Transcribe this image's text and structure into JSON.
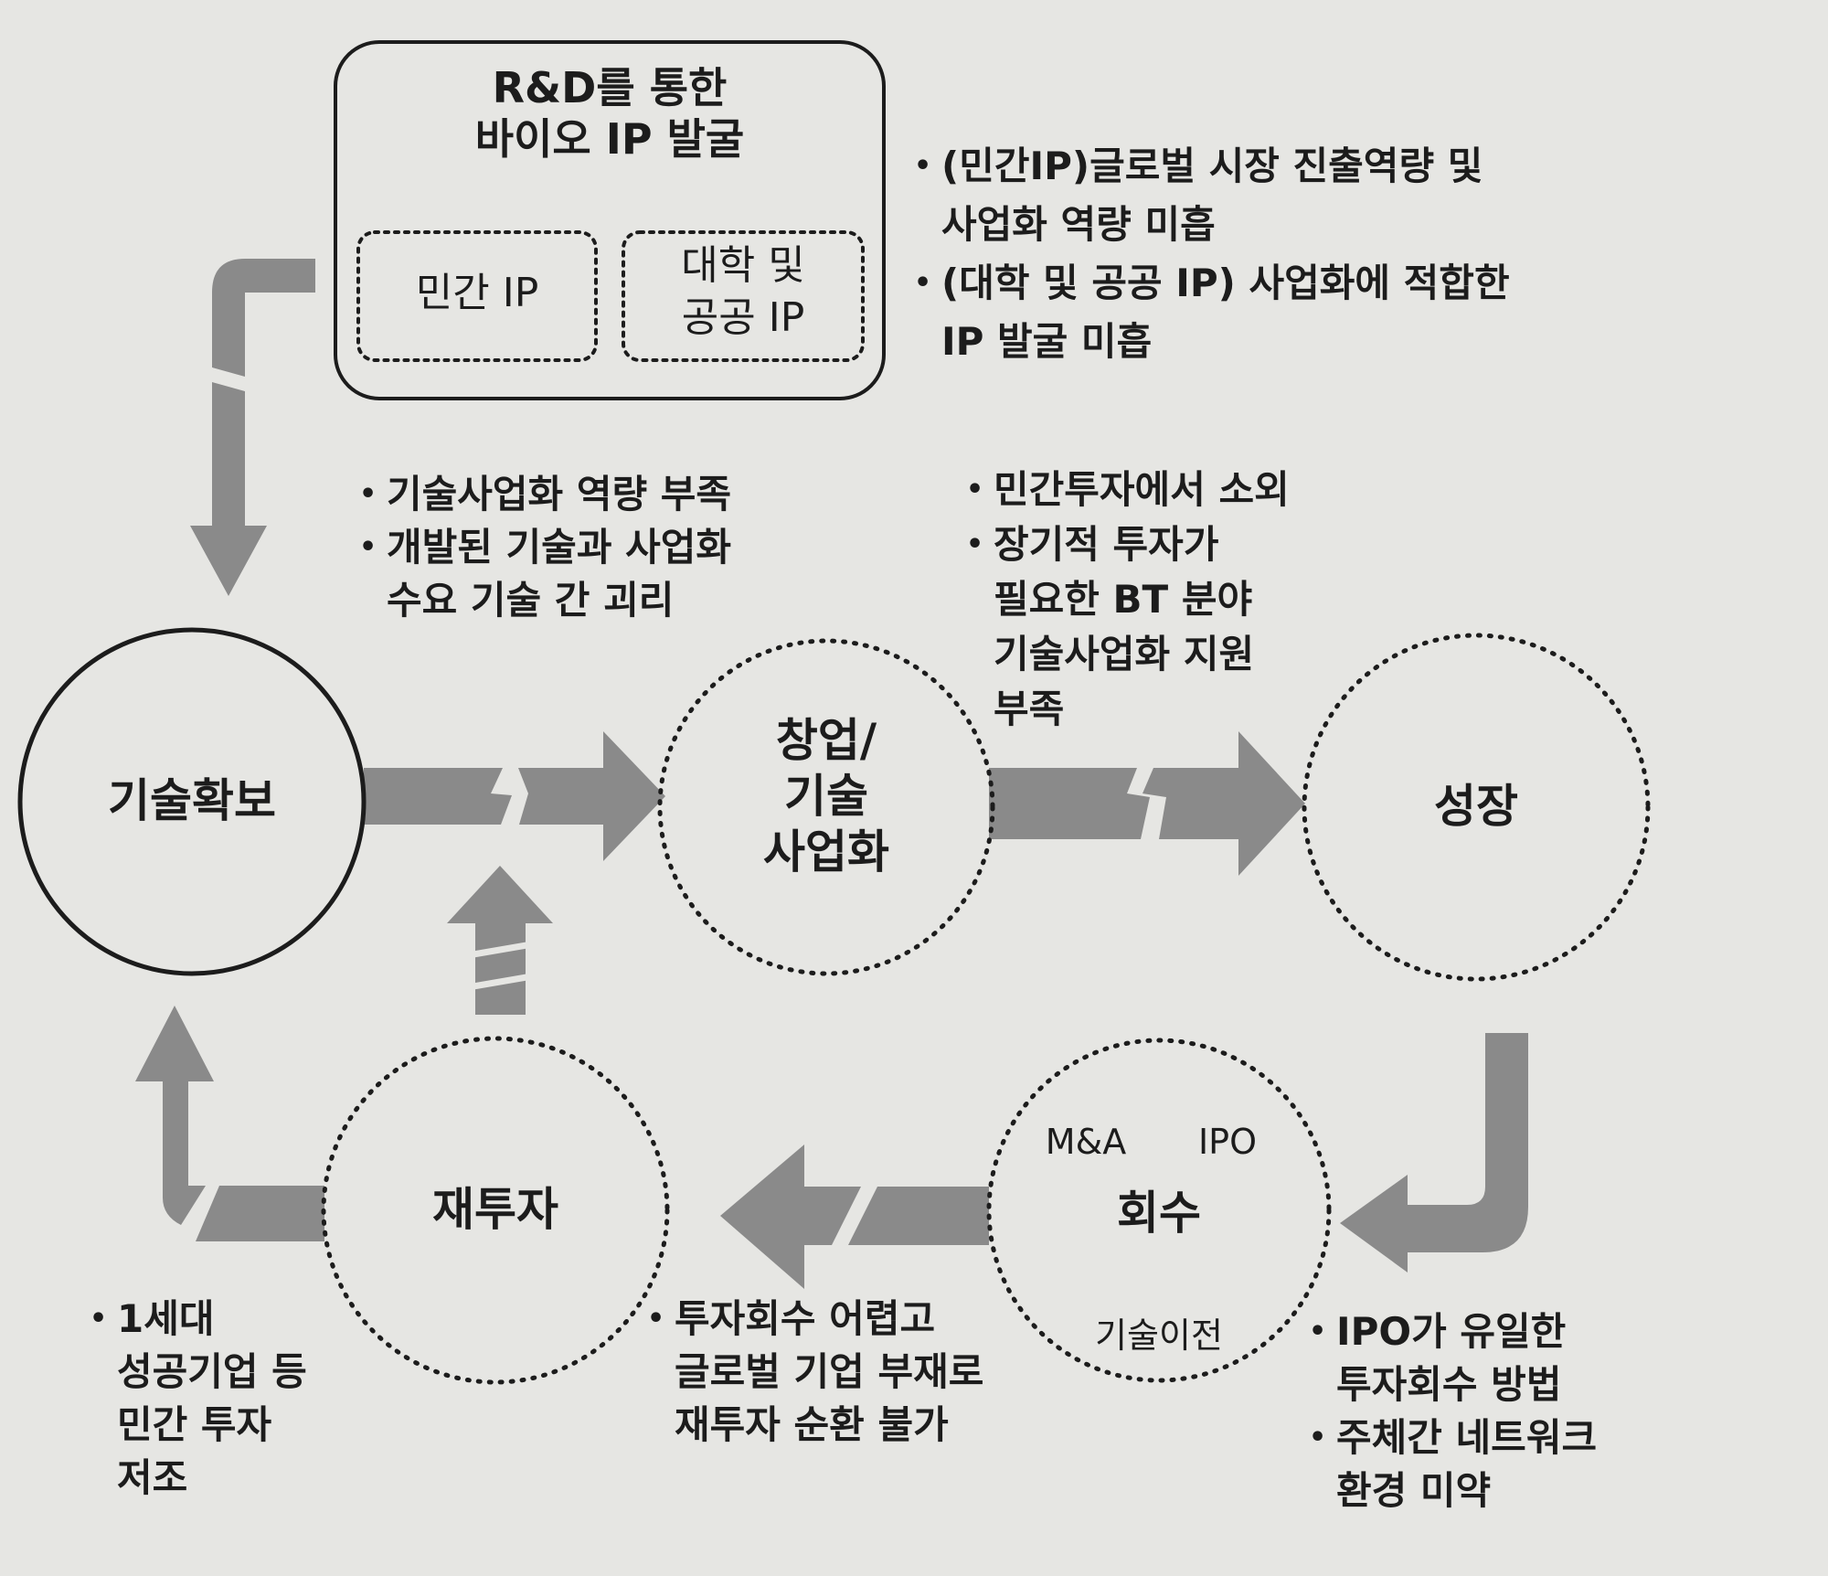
{
  "rd_box": {
    "title": "R&D를 통한\n바이오 IP 발굴",
    "private_ip": "민간 IP",
    "public_ip": "대학 및\n공공 IP"
  },
  "nodes": {
    "tech_acquisition": "기술확보",
    "startup": "창업/\n기술\n사업화",
    "growth": "성장",
    "recovery": "회수",
    "recovery_ma": "M&A",
    "recovery_ipo": "IPO",
    "recovery_transfer": "기술이전",
    "reinvestment": "재투자"
  },
  "notes": {
    "rd": [
      "(민간IP)글로벌 시장 진출역량 및\n사업화 역량 미흡",
      "(대학 및 공공 IP) 사업화에 적합한\nIP 발굴 미흡"
    ],
    "commercialization": [
      "기술사업화 역량 부족",
      "개발된 기술과 사업화\n수요 기술 간 괴리"
    ],
    "startup_growth": [
      "민간투자에서 소외",
      "장기적 투자가\n필요한 BT 분야\n기술사업화 지원\n부족"
    ],
    "reinvest": [
      "1세대\n성공기업 등\n민간 투자\n저조"
    ],
    "recovery_reinvest": [
      "투자회수 어렵고\n글로벌 기업 부재로\n재투자 순환 불가"
    ],
    "recovery": [
      "IPO가 유일한\n투자회수 방법",
      "주체간 네트워크\n환경 미약"
    ]
  },
  "colors": {
    "background": "#e6e6e3",
    "arrow": "#8a8a8a",
    "ink": "#1c1c1c"
  }
}
